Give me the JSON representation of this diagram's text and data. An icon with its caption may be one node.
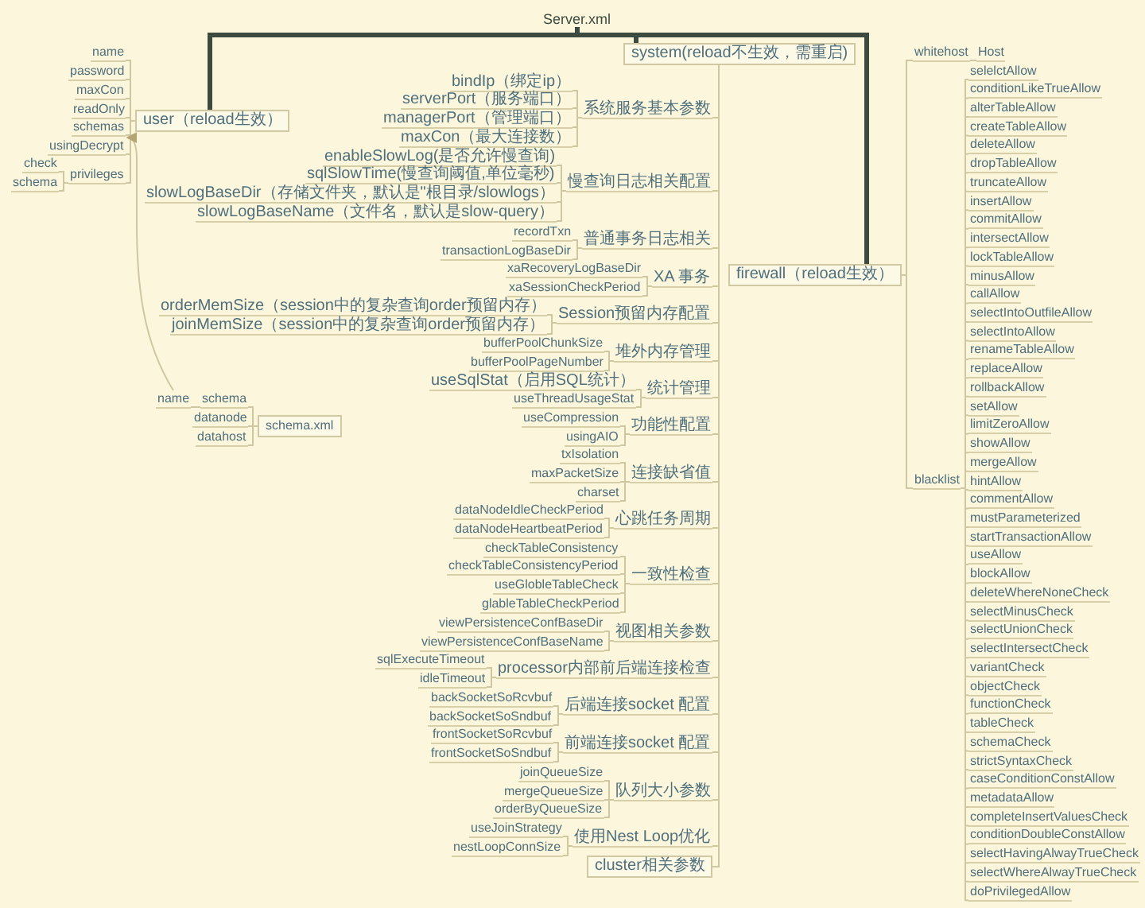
{
  "diagram": {
    "nodes": [
      {
        "text": [
          "Server.xml"
        ]
      },
      {
        "text": [
          "user（reload生效）"
        ]
      },
      {
        "text": [
          "name"
        ]
      },
      {
        "text": [
          "password"
        ]
      },
      {
        "text": [
          "maxCon"
        ]
      },
      {
        "text": [
          "readOnly"
        ]
      },
      {
        "text": [
          "schemas"
        ]
      },
      {
        "text": [
          "usingDecrypt"
        ]
      },
      {
        "text": [
          "privileges"
        ]
      },
      {
        "text": [
          "check"
        ]
      },
      {
        "text": [
          "schema"
        ]
      },
      {
        "text": [
          "system(reload不生效，需重启)"
        ]
      },
      {
        "text": [
          "系统服务基本参数"
        ]
      },
      {
        "text": [
          "bindIp（绑定ip）"
        ]
      },
      {
        "text": [
          "serverPort（服务端口）"
        ]
      },
      {
        "text": [
          "managerPort（管理端口）"
        ]
      },
      {
        "text": [
          "maxCon（最大连接数）"
        ]
      },
      {
        "text": [
          "慢查询日志相关配置"
        ]
      },
      {
        "text": [
          "enableSlowLog(是否允许慢查询)"
        ]
      },
      {
        "text": [
          "sqlSlowTime(慢查询阈值,单位毫秒)"
        ]
      },
      {
        "text": [
          "slowLogBaseDir（存储文件夹，默认是\"根目录/slowlogs）"
        ]
      },
      {
        "text": [
          "slowLogBaseName（文件名，默认是slow-query）"
        ]
      },
      {
        "text": [
          "普通事务日志相关"
        ]
      },
      {
        "text": [
          "recordTxn"
        ]
      },
      {
        "text": [
          "transactionLogBaseDir"
        ]
      },
      {
        "text": [
          "XA 事务"
        ]
      },
      {
        "text": [
          "xaRecoveryLogBaseDir"
        ]
      },
      {
        "text": [
          "xaSessionCheckPeriod"
        ]
      },
      {
        "text": [
          "Session预留内存配置"
        ]
      },
      {
        "text": [
          "orderMemSize（session中的复杂查询order预留内存）"
        ]
      },
      {
        "text": [
          "joinMemSize（session中的复杂查询order预留内存）"
        ]
      },
      {
        "text": [
          "堆外内存管理"
        ]
      },
      {
        "text": [
          "bufferPoolChunkSize"
        ]
      },
      {
        "text": [
          "bufferPoolPageNumber"
        ]
      },
      {
        "text": [
          "统计管理"
        ]
      },
      {
        "text": [
          "useSqlStat（启用SQL统计）"
        ]
      },
      {
        "text": [
          "useThreadUsageStat"
        ]
      },
      {
        "text": [
          "功能性配置"
        ]
      },
      {
        "text": [
          "useCompression"
        ]
      },
      {
        "text": [
          "usingAIO"
        ]
      },
      {
        "text": [
          "连接缺省值"
        ]
      },
      {
        "text": [
          "txIsolation"
        ]
      },
      {
        "text": [
          "maxPacketSize"
        ]
      },
      {
        "text": [
          "charset"
        ]
      },
      {
        "text": [
          "心跳任务周期"
        ]
      },
      {
        "text": [
          "dataNodeIdleCheckPeriod"
        ]
      },
      {
        "text": [
          "dataNodeHeartbeatPeriod"
        ]
      },
      {
        "text": [
          "一致性检查"
        ]
      },
      {
        "text": [
          "checkTableConsistency"
        ]
      },
      {
        "text": [
          "checkTableConsistencyPeriod"
        ]
      },
      {
        "text": [
          "useGlobleTableCheck"
        ]
      },
      {
        "text": [
          "glableTableCheckPeriod"
        ]
      },
      {
        "text": [
          "视图相关参数"
        ]
      },
      {
        "text": [
          "viewPersistenceConfBaseDir"
        ]
      },
      {
        "text": [
          "viewPersistenceConfBaseName"
        ]
      },
      {
        "text": [
          "processor内部前后端连接检查"
        ]
      },
      {
        "text": [
          "sqlExecuteTimeout"
        ]
      },
      {
        "text": [
          "idleTimeout"
        ]
      },
      {
        "text": [
          "后端连接socket 配置"
        ]
      },
      {
        "text": [
          "backSocketSoRcvbuf"
        ]
      },
      {
        "text": [
          "backSocketSoSndbuf"
        ]
      },
      {
        "text": [
          "前端连接socket 配置"
        ]
      },
      {
        "text": [
          "frontSocketSoRcvbuf"
        ]
      },
      {
        "text": [
          "frontSocketSoSndbuf"
        ]
      },
      {
        "text": [
          "队列大小参数"
        ]
      },
      {
        "text": [
          "joinQueueSize"
        ]
      },
      {
        "text": [
          "mergeQueueSize"
        ]
      },
      {
        "text": [
          "orderByQueueSize"
        ]
      },
      {
        "text": [
          "使用Nest Loop优化"
        ]
      },
      {
        "text": [
          "useJoinStrategy"
        ]
      },
      {
        "text": [
          "nestLoopConnSize"
        ]
      },
      {
        "text": [
          "cluster相关参数"
        ]
      },
      {
        "text": [
          "firewall（reload生效）"
        ]
      },
      {
        "text": [
          "whitehost"
        ]
      },
      {
        "text": [
          "Host"
        ]
      },
      {
        "text": [
          "blacklist"
        ]
      },
      {
        "text": [
          "selelctAllow"
        ]
      },
      {
        "text": [
          "conditionLikeTrueAllow"
        ]
      },
      {
        "text": [
          "alterTableAllow"
        ]
      },
      {
        "text": [
          "createTableAllow"
        ]
      },
      {
        "text": [
          "deleteAllow"
        ]
      },
      {
        "text": [
          "dropTableAllow"
        ]
      },
      {
        "text": [
          "truncateAllow"
        ]
      },
      {
        "text": [
          "insertAllow"
        ]
      },
      {
        "text": [
          "commitAllow"
        ]
      },
      {
        "text": [
          "intersectAllow"
        ]
      },
      {
        "text": [
          "lockTableAllow"
        ]
      },
      {
        "text": [
          "minusAllow"
        ]
      },
      {
        "text": [
          "callAllow"
        ]
      },
      {
        "text": [
          "selectIntoOutfileAllow"
        ]
      },
      {
        "text": [
          "selectIntoAllow"
        ]
      },
      {
        "text": [
          "renameTableAllow"
        ]
      },
      {
        "text": [
          "replaceAllow"
        ]
      },
      {
        "text": [
          "rollbackAllow"
        ]
      },
      {
        "text": [
          "setAllow"
        ]
      },
      {
        "text": [
          "limitZeroAllow"
        ]
      },
      {
        "text": [
          "showAllow"
        ]
      },
      {
        "text": [
          "mergeAllow"
        ]
      },
      {
        "text": [
          "hintAllow"
        ]
      },
      {
        "text": [
          "commentAllow"
        ]
      },
      {
        "text": [
          "mustParameterized"
        ]
      },
      {
        "text": [
          "startTransactionAllow"
        ]
      },
      {
        "text": [
          "useAllow"
        ]
      },
      {
        "text": [
          "blockAllow"
        ]
      },
      {
        "text": [
          "deleteWhereNoneCheck"
        ]
      },
      {
        "text": [
          "selectMinusCheck"
        ]
      },
      {
        "text": [
          "selectUnionCheck"
        ]
      },
      {
        "text": [
          "selectIntersectCheck"
        ]
      },
      {
        "text": [
          "variantCheck"
        ]
      },
      {
        "text": [
          "objectCheck"
        ]
      },
      {
        "text": [
          "functionCheck"
        ]
      },
      {
        "text": [
          "tableCheck"
        ]
      },
      {
        "text": [
          "schemaCheck"
        ]
      },
      {
        "text": [
          "strictSyntaxCheck"
        ]
      },
      {
        "text": [
          "caseConditionConstAllow"
        ]
      },
      {
        "text": [
          "metadataAllow"
        ]
      },
      {
        "text": [
          "completeInsertValuesCheck"
        ]
      },
      {
        "text": [
          "conditionDoubleConstAllow"
        ]
      },
      {
        "text": [
          "selectHavingAlwayTrueCheck"
        ]
      },
      {
        "text": [
          "selectWhereAlwayTrueCheck"
        ]
      },
      {
        "text": [
          "doPrivilegedAllow"
        ]
      },
      {
        "text": [
          "schema.xml"
        ]
      },
      {
        "text": [
          "schema"
        ]
      },
      {
        "text": [
          "name"
        ]
      },
      {
        "text": [
          "datanode"
        ]
      },
      {
        "text": [
          "datahost"
        ]
      }
    ],
    "edges": [
      {
        "from": 0,
        "to": 1,
        "arrow": "none",
        "style": "thick",
        "color": "#3c4a40"
      },
      {
        "from": 0,
        "to": 11,
        "arrow": "none",
        "style": "thick",
        "color": "#3c4a40"
      },
      {
        "from": 0,
        "to": 72,
        "arrow": "none",
        "style": "thick",
        "color": "#3c4a40"
      },
      {
        "from": 1,
        "to": 2,
        "arrow": "none"
      },
      {
        "from": 1,
        "to": 3,
        "arrow": "none"
      },
      {
        "from": 1,
        "to": 4,
        "arrow": "none"
      },
      {
        "from": 1,
        "to": 5,
        "arrow": "none"
      },
      {
        "from": 1,
        "to": 6,
        "arrow": "none"
      },
      {
        "from": 1,
        "to": 7,
        "arrow": "none"
      },
      {
        "from": 1,
        "to": 8,
        "arrow": "none"
      },
      {
        "from": 8,
        "to": 9,
        "arrow": "none"
      },
      {
        "from": 8,
        "to": 10,
        "arrow": "none"
      },
      {
        "from": 11,
        "to": 12,
        "arrow": "none"
      },
      {
        "from": 11,
        "to": 17,
        "arrow": "none"
      },
      {
        "from": 11,
        "to": 22,
        "arrow": "none"
      },
      {
        "from": 11,
        "to": 25,
        "arrow": "none"
      },
      {
        "from": 11,
        "to": 28,
        "arrow": "none"
      },
      {
        "from": 11,
        "to": 31,
        "arrow": "none"
      },
      {
        "from": 11,
        "to": 34,
        "arrow": "none"
      },
      {
        "from": 11,
        "to": 37,
        "arrow": "none"
      },
      {
        "from": 11,
        "to": 40,
        "arrow": "none"
      },
      {
        "from": 11,
        "to": 44,
        "arrow": "none"
      },
      {
        "from": 11,
        "to": 47,
        "arrow": "none"
      },
      {
        "from": 11,
        "to": 52,
        "arrow": "none"
      },
      {
        "from": 11,
        "to": 55,
        "arrow": "none"
      },
      {
        "from": 11,
        "to": 58,
        "arrow": "none"
      },
      {
        "from": 11,
        "to": 61,
        "arrow": "none"
      },
      {
        "from": 11,
        "to": 64,
        "arrow": "none"
      },
      {
        "from": 11,
        "to": 68,
        "arrow": "none"
      },
      {
        "from": 11,
        "to": 71,
        "arrow": "none"
      },
      {
        "from": 12,
        "to": 13,
        "arrow": "none"
      },
      {
        "from": 12,
        "to": 14,
        "arrow": "none"
      },
      {
        "from": 12,
        "to": 15,
        "arrow": "none"
      },
      {
        "from": 12,
        "to": 16,
        "arrow": "none"
      },
      {
        "from": 17,
        "to": 18,
        "arrow": "none"
      },
      {
        "from": 17,
        "to": 19,
        "arrow": "none"
      },
      {
        "from": 17,
        "to": 20,
        "arrow": "none"
      },
      {
        "from": 17,
        "to": 21,
        "arrow": "none"
      },
      {
        "from": 22,
        "to": 23,
        "arrow": "none"
      },
      {
        "from": 22,
        "to": 24,
        "arrow": "none"
      },
      {
        "from": 25,
        "to": 26,
        "arrow": "none"
      },
      {
        "from": 25,
        "to": 27,
        "arrow": "none"
      },
      {
        "from": 28,
        "to": 29,
        "arrow": "none"
      },
      {
        "from": 28,
        "to": 30,
        "arrow": "none"
      },
      {
        "from": 31,
        "to": 32,
        "arrow": "none"
      },
      {
        "from": 31,
        "to": 33,
        "arrow": "none"
      },
      {
        "from": 34,
        "to": 35,
        "arrow": "none"
      },
      {
        "from": 34,
        "to": 36,
        "arrow": "none"
      },
      {
        "from": 37,
        "to": 38,
        "arrow": "none"
      },
      {
        "from": 37,
        "to": 39,
        "arrow": "none"
      },
      {
        "from": 40,
        "to": 41,
        "arrow": "none"
      },
      {
        "from": 40,
        "to": 42,
        "arrow": "none"
      },
      {
        "from": 40,
        "to": 43,
        "arrow": "none"
      },
      {
        "from": 44,
        "to": 45,
        "arrow": "none"
      },
      {
        "from": 44,
        "to": 46,
        "arrow": "none"
      },
      {
        "from": 47,
        "to": 48,
        "arrow": "none"
      },
      {
        "from": 47,
        "to": 49,
        "arrow": "none"
      },
      {
        "from": 47,
        "to": 50,
        "arrow": "none"
      },
      {
        "from": 47,
        "to": 51,
        "arrow": "none"
      },
      {
        "from": 52,
        "to": 53,
        "arrow": "none"
      },
      {
        "from": 52,
        "to": 54,
        "arrow": "none"
      },
      {
        "from": 55,
        "to": 56,
        "arrow": "none"
      },
      {
        "from": 55,
        "to": 57,
        "arrow": "none"
      },
      {
        "from": 58,
        "to": 59,
        "arrow": "none"
      },
      {
        "from": 58,
        "to": 60,
        "arrow": "none"
      },
      {
        "from": 61,
        "to": 62,
        "arrow": "none"
      },
      {
        "from": 61,
        "to": 63,
        "arrow": "none"
      },
      {
        "from": 64,
        "to": 65,
        "arrow": "none"
      },
      {
        "from": 64,
        "to": 66,
        "arrow": "none"
      },
      {
        "from": 64,
        "to": 67,
        "arrow": "none"
      },
      {
        "from": 68,
        "to": 69,
        "arrow": "none"
      },
      {
        "from": 68,
        "to": 70,
        "arrow": "none"
      },
      {
        "from": 72,
        "to": 73,
        "arrow": "none"
      },
      {
        "from": 72,
        "to": 75,
        "arrow": "none"
      },
      {
        "from": 73,
        "to": 74,
        "arrow": "none"
      },
      {
        "from": 75,
        "to": 76,
        "arrow": "none"
      },
      {
        "from": 75,
        "to": 77,
        "arrow": "none"
      },
      {
        "from": 75,
        "to": 78,
        "arrow": "none"
      },
      {
        "from": 75,
        "to": 79,
        "arrow": "none"
      },
      {
        "from": 75,
        "to": 80,
        "arrow": "none"
      },
      {
        "from": 75,
        "to": 81,
        "arrow": "none"
      },
      {
        "from": 75,
        "to": 82,
        "arrow": "none"
      },
      {
        "from": 75,
        "to": 83,
        "arrow": "none"
      },
      {
        "from": 75,
        "to": 84,
        "arrow": "none"
      },
      {
        "from": 75,
        "to": 85,
        "arrow": "none"
      },
      {
        "from": 75,
        "to": 86,
        "arrow": "none"
      },
      {
        "from": 75,
        "to": 87,
        "arrow": "none"
      },
      {
        "from": 75,
        "to": 88,
        "arrow": "none"
      },
      {
        "from": 75,
        "to": 89,
        "arrow": "none"
      },
      {
        "from": 75,
        "to": 90,
        "arrow": "none"
      },
      {
        "from": 75,
        "to": 91,
        "arrow": "none"
      },
      {
        "from": 75,
        "to": 92,
        "arrow": "none"
      },
      {
        "from": 75,
        "to": 93,
        "arrow": "none"
      },
      {
        "from": 75,
        "to": 94,
        "arrow": "none"
      },
      {
        "from": 75,
        "to": 95,
        "arrow": "none"
      },
      {
        "from": 75,
        "to": 96,
        "arrow": "none"
      },
      {
        "from": 75,
        "to": 97,
        "arrow": "none"
      },
      {
        "from": 75,
        "to": 98,
        "arrow": "none"
      },
      {
        "from": 75,
        "to": 99,
        "arrow": "none"
      },
      {
        "from": 75,
        "to": 100,
        "arrow": "none"
      },
      {
        "from": 75,
        "to": 101,
        "arrow": "none"
      },
      {
        "from": 75,
        "to": 102,
        "arrow": "none"
      },
      {
        "from": 75,
        "to": 103,
        "arrow": "none"
      },
      {
        "from": 75,
        "to": 104,
        "arrow": "none"
      },
      {
        "from": 75,
        "to": 105,
        "arrow": "none"
      },
      {
        "from": 75,
        "to": 106,
        "arrow": "none"
      },
      {
        "from": 75,
        "to": 107,
        "arrow": "none"
      },
      {
        "from": 75,
        "to": 108,
        "arrow": "none"
      },
      {
        "from": 75,
        "to": 109,
        "arrow": "none"
      },
      {
        "from": 75,
        "to": 110,
        "arrow": "none"
      },
      {
        "from": 75,
        "to": 111,
        "arrow": "none"
      },
      {
        "from": 75,
        "to": 112,
        "arrow": "none"
      },
      {
        "from": 75,
        "to": 113,
        "arrow": "none"
      },
      {
        "from": 75,
        "to": 114,
        "arrow": "none"
      },
      {
        "from": 75,
        "to": 115,
        "arrow": "none"
      },
      {
        "from": 75,
        "to": 116,
        "arrow": "none"
      },
      {
        "from": 75,
        "to": 117,
        "arrow": "none"
      },
      {
        "from": 75,
        "to": 118,
        "arrow": "none"
      },
      {
        "from": 75,
        "to": 119,
        "arrow": "none"
      },
      {
        "from": 75,
        "to": 120,
        "arrow": "none"
      },
      {
        "from": 121,
        "to": 122,
        "arrow": "none"
      },
      {
        "from": 121,
        "to": 124,
        "arrow": "none"
      },
      {
        "from": 121,
        "to": 125,
        "arrow": "none"
      },
      {
        "from": 122,
        "to": 123,
        "arrow": "none"
      },
      {
        "from": 123,
        "to": 6,
        "arrow": "to"
      }
    ]
  }
}
